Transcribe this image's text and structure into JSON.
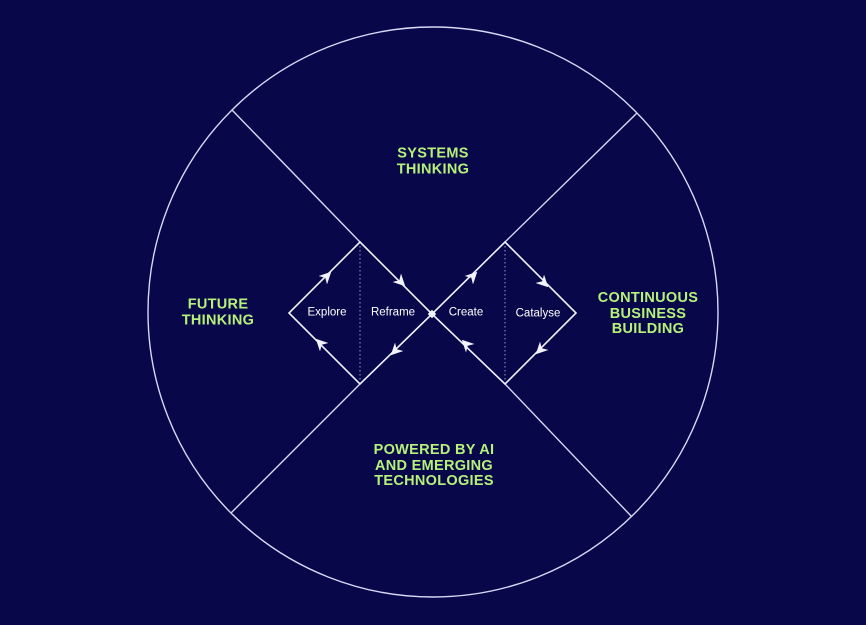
{
  "colors": {
    "background": "#07074a",
    "line": "#d8d8f4",
    "quadrant_text": "#b6f27a",
    "stage_text": "#ffffff"
  },
  "quadrants": {
    "top": {
      "label": "SYSTEMS\nTHINKING"
    },
    "left": {
      "label": "FUTURE\nTHINKING"
    },
    "right": {
      "label": "CONTINUOUS\nBUSINESS\nBUILDING"
    },
    "bottom": {
      "label": "POWERED BY AI\nAND EMERGING\nTECHNOLOGIES"
    }
  },
  "stages": [
    {
      "label": "Explore"
    },
    {
      "label": "Reframe"
    },
    {
      "label": "Create"
    },
    {
      "label": "Catalyse"
    }
  ]
}
